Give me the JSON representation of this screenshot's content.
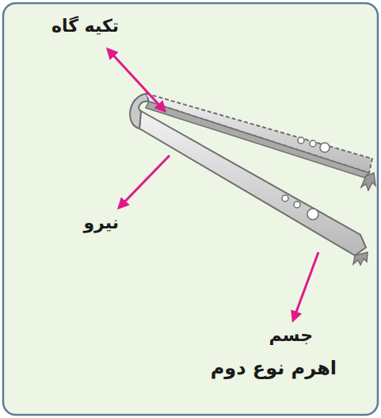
{
  "diagram": {
    "caption": "اهرم نوع دوم",
    "labels": [
      "تکیه گاه",
      "نیرو",
      "جسم"
    ]
  }
}
